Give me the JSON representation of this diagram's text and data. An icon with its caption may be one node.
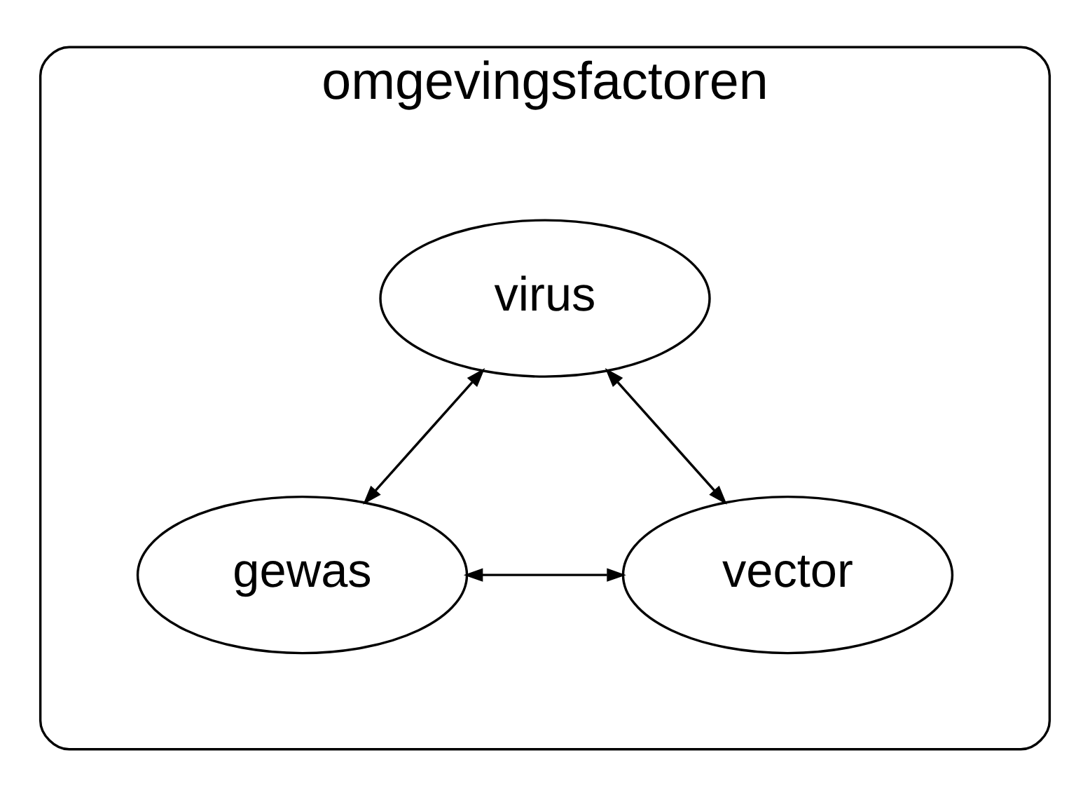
{
  "diagram": {
    "nodes": [
      {
        "text": [
          "omgevingsfactoren"
        ]
      },
      {
        "text": [
          "virus"
        ],
        "in": 0
      },
      {
        "text": [
          "gewas"
        ],
        "in": 0
      },
      {
        "text": [
          "vector"
        ],
        "in": 0
      }
    ],
    "edges": [
      {
        "from": 2,
        "to": 1,
        "arrow": "both"
      },
      {
        "from": 1,
        "to": 3,
        "arrow": "both"
      },
      {
        "from": 2,
        "to": 3,
        "arrow": "both"
      }
    ]
  }
}
